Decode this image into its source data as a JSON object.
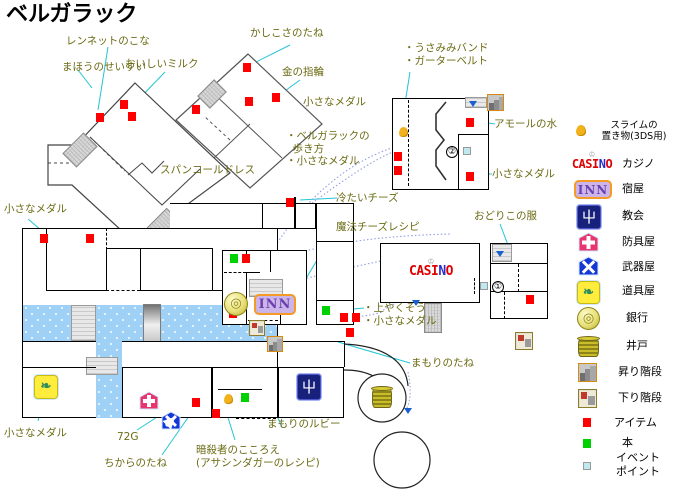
{
  "title": "ベルガラック",
  "labels": {
    "rennet": "レンネットのこな",
    "milk": "おいしいミルク",
    "magic_water": "まほうのせいすい",
    "wisdom_seed": "かしこさのたね",
    "gold_ring": "金の指輪",
    "small_medal_ne": "小さなメダル",
    "guidebook": "・ベルガラックの\n  歩き方\n・小さなメダル",
    "spangle_dress": "スパンコールドレス",
    "small_medal_w": "小さなメダル",
    "cold_cheese": "冷たいチーズ",
    "magic_cheese_recipe": "魔法チーズレシピ",
    "bunny_band": "・うさみみバンド\n・ガーターベルト",
    "amor_water": "アモールの水",
    "small_medal_e": "小さなメダル",
    "dancer_clothes": "おどりこの服",
    "herb_medal": "・上やくそう\n・小さなメダル",
    "guard_seed": "まもりのたね",
    "small_medal_sw": "小さなメダル",
    "gold_72": "72G",
    "power_seed": "ちからのたね",
    "assassin": "暗殺者のこころえ\n(アサシンダガーのレシピ)",
    "guard_ruby": "まもりのルビー"
  },
  "map_markers": {
    "circle_1": "①",
    "circle_2": "②"
  },
  "icons": {
    "casino_text_1": "CASI",
    "casino_text_2": "N",
    "casino_text_3": "O",
    "inn_text": "INN",
    "church_glyph": "屮",
    "tool_glyph": "❧",
    "bank_glyph": "◎"
  },
  "legend": {
    "items": [
      {
        "icon": "slime-figurine-icon",
        "label": "スライムの\n置き物(3DS用)"
      },
      {
        "icon": "casino-icon",
        "label": "カジノ"
      },
      {
        "icon": "inn-icon",
        "label": "宿屋"
      },
      {
        "icon": "church-icon",
        "label": "教会"
      },
      {
        "icon": "armor-shop-icon",
        "label": "防具屋"
      },
      {
        "icon": "weapon-shop-icon",
        "label": "武器屋"
      },
      {
        "icon": "tool-shop-icon",
        "label": "道具屋"
      },
      {
        "icon": "bank-icon",
        "label": "銀行"
      },
      {
        "icon": "well-icon",
        "label": "井戸"
      },
      {
        "icon": "stairs-up-icon",
        "label": "昇り階段"
      },
      {
        "icon": "stairs-down-icon",
        "label": "下り階段"
      },
      {
        "icon": "item-marker-icon",
        "label": "アイテム"
      },
      {
        "icon": "book-marker-icon",
        "label": "本"
      },
      {
        "icon": "event-point-icon",
        "label": "イベント\nポイント"
      }
    ]
  },
  "colors": {
    "label_text": "#6b6b14",
    "connector": "#23c5d6",
    "route": "#8f9fe0",
    "item": "#ff0000",
    "book": "#00d100",
    "event": "#bfe9ee",
    "water": "#9fd0f5"
  }
}
